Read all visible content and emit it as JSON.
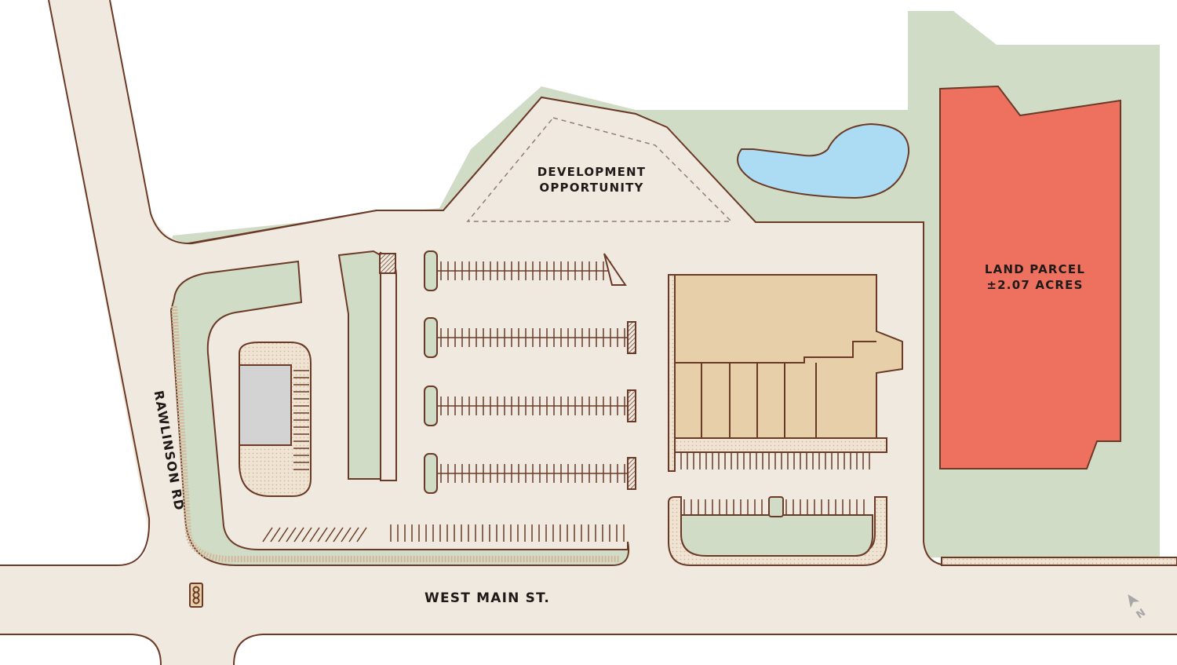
{
  "labels": {
    "development_line1": "DEVELOPMENT",
    "development_line2": "OPPORTUNITY",
    "land_parcel_line1": "LAND PARCEL",
    "land_parcel_line2": "±2.07 ACRES",
    "rawlinson_rd": "RAWLINSON RD",
    "west_main_st": "WEST MAIN ST."
  },
  "icons": {
    "traffic_signal": "traffic-light-icon",
    "north_arrow": "north-arrow-icon",
    "north_letter": "N"
  },
  "colors": {
    "road": "#efe9df",
    "site": "#efe9df",
    "grass": "#d1dcc6",
    "water": "#acdcf4",
    "building": "#e6cfa9",
    "outbuilding": "#d3d3d3",
    "land_parcel": "#ee7160",
    "outline": "#6b3a26"
  }
}
